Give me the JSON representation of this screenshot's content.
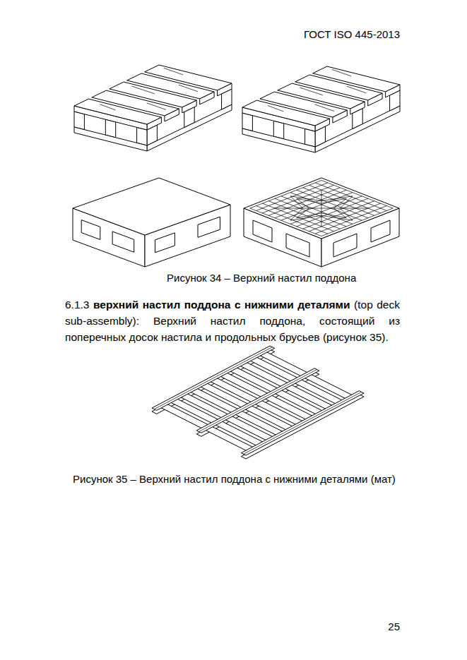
{
  "diagram": {
    "labels": [
      "ГОСТ ISO 445-2013",
      "Рисунок 34 – Верхний настил поддона",
      "6.1.3",
      "верхний настил поддона с нижними деталями",
      "(top deck sub-assembly):",
      "Верхний настил поддона, состоящий из поперечных досок настила и продольных брусьев (рисунок 35).",
      "Рисунок 35 – Верхний настил поддона с нижними деталями (мат)",
      "25"
    ]
  }
}
